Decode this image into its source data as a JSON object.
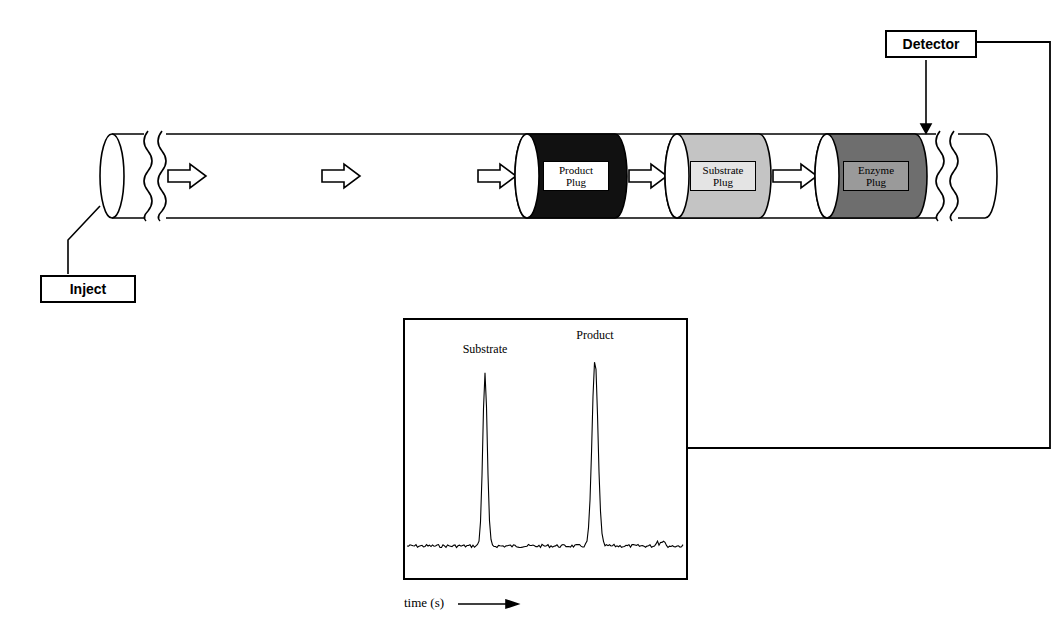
{
  "diagram": {
    "nodes": [
      {
        "text": [
          "Detector"
        ]
      },
      {
        "text": [
          "Product Plug"
        ]
      },
      {
        "text": [
          "Substrate Plug"
        ]
      },
      {
        "text": [
          "Enzyme Plug"
        ]
      },
      {
        "text": [
          "Inject"
        ]
      },
      {
        "text": [
          "Substrate",
          "Product"
        ]
      }
    ],
    "edges": [
      {
        "from": 1,
        "to": 2,
        "arrow": "to"
      },
      {
        "from": 2,
        "to": 3,
        "arrow": "to"
      },
      {
        "from": 0,
        "to": 5,
        "arrow": "none"
      }
    ],
    "labels": [
      "time (s)"
    ]
  }
}
